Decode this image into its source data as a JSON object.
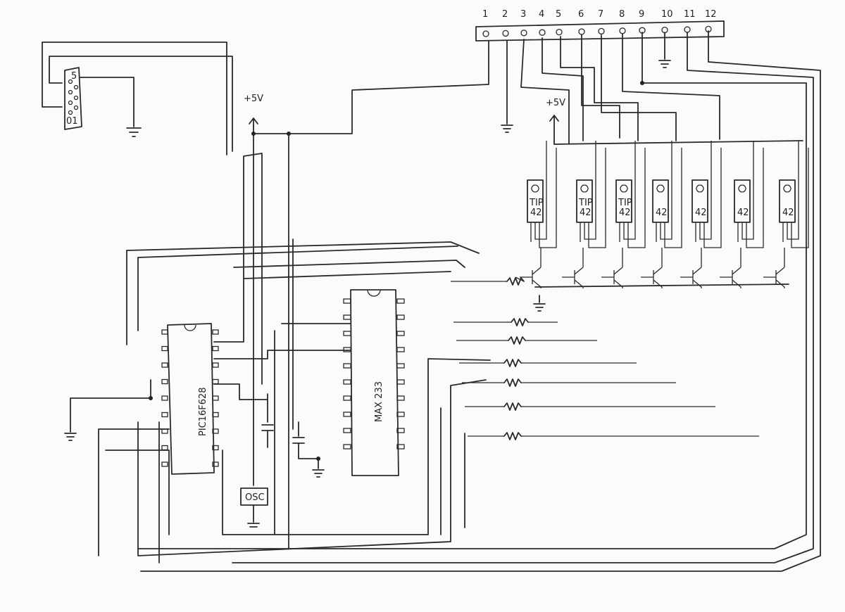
{
  "labels": {
    "supply_left": "+5V",
    "supply_right": "+5V",
    "pic_chip": "PIC16F628",
    "max_chip": "MAX 233",
    "oscillator": "OSC",
    "transistor_top": "TIP",
    "transistor_bottom": "42",
    "db9_pin_low": "01",
    "db9_pin_high": "5"
  },
  "connector_pins": [
    "1",
    "2",
    "3",
    "4",
    "5",
    "6",
    "7",
    "8",
    "9",
    "10",
    "11",
    "12"
  ],
  "transistors": [
    {
      "top": "TIP",
      "bottom": "42"
    },
    {
      "top": "TIP",
      "bottom": "42"
    },
    {
      "top": "TIP",
      "bottom": "42"
    },
    {
      "top": "",
      "bottom": "42"
    },
    {
      "top": "",
      "bottom": "42"
    },
    {
      "top": "",
      "bottom": "42"
    },
    {
      "top": "",
      "bottom": "42"
    }
  ]
}
